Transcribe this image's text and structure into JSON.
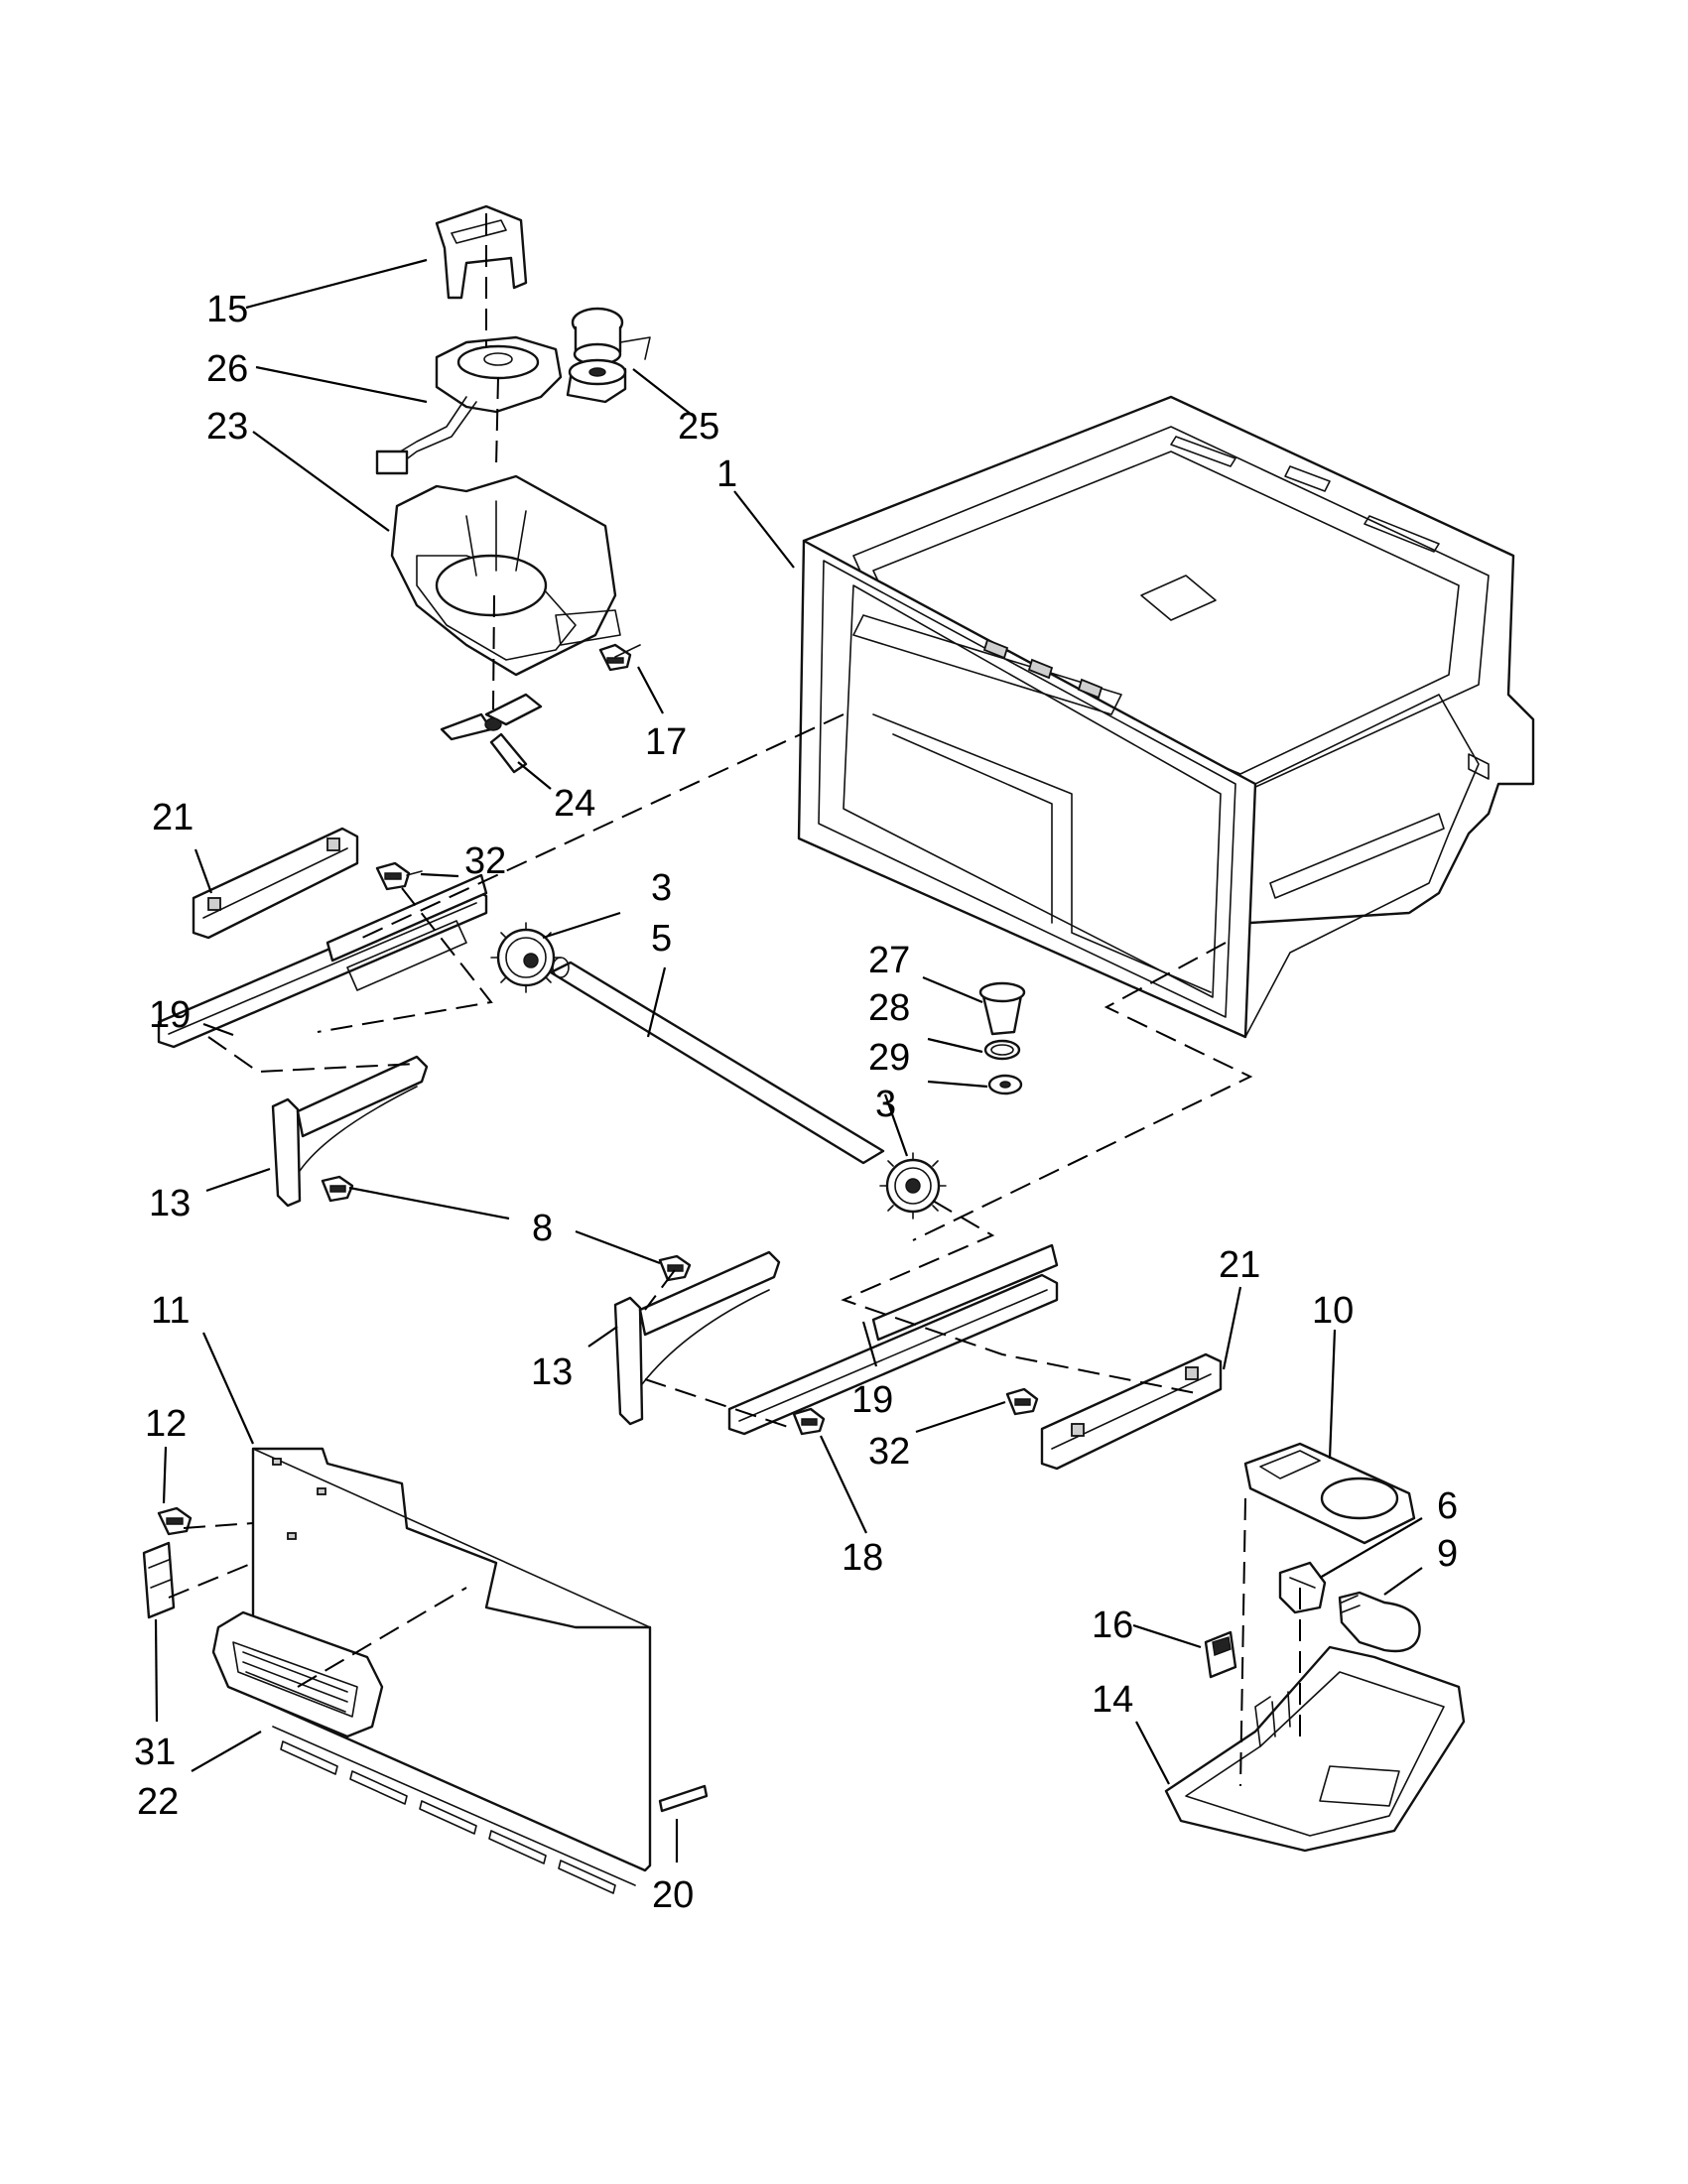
{
  "callouts": [
    {
      "id": "c15",
      "label": "15"
    },
    {
      "id": "c26",
      "label": "26"
    },
    {
      "id": "c23",
      "label": "23"
    },
    {
      "id": "c25",
      "label": "25"
    },
    {
      "id": "c1",
      "label": "1"
    },
    {
      "id": "c17",
      "label": "17"
    },
    {
      "id": "c24",
      "label": "24"
    },
    {
      "id": "c21a",
      "label": "21"
    },
    {
      "id": "c32a",
      "label": "32"
    },
    {
      "id": "c3a",
      "label": "3"
    },
    {
      "id": "c5",
      "label": "5"
    },
    {
      "id": "c19a",
      "label": "19"
    },
    {
      "id": "c27",
      "label": "27"
    },
    {
      "id": "c28",
      "label": "28"
    },
    {
      "id": "c29",
      "label": "29"
    },
    {
      "id": "c3b",
      "label": "3"
    },
    {
      "id": "c13a",
      "label": "13"
    },
    {
      "id": "c8",
      "label": "8"
    },
    {
      "id": "c21b",
      "label": "21"
    },
    {
      "id": "c10",
      "label": "10"
    },
    {
      "id": "c11",
      "label": "11"
    },
    {
      "id": "c13b",
      "label": "13"
    },
    {
      "id": "c19b",
      "label": "19"
    },
    {
      "id": "c32b",
      "label": "32"
    },
    {
      "id": "c12",
      "label": "12"
    },
    {
      "id": "c18",
      "label": "18"
    },
    {
      "id": "c6",
      "label": "6"
    },
    {
      "id": "c9",
      "label": "9"
    },
    {
      "id": "c16",
      "label": "16"
    },
    {
      "id": "c14",
      "label": "14"
    },
    {
      "id": "c31",
      "label": "31"
    },
    {
      "id": "c22",
      "label": "22"
    },
    {
      "id": "c20",
      "label": "20"
    }
  ]
}
